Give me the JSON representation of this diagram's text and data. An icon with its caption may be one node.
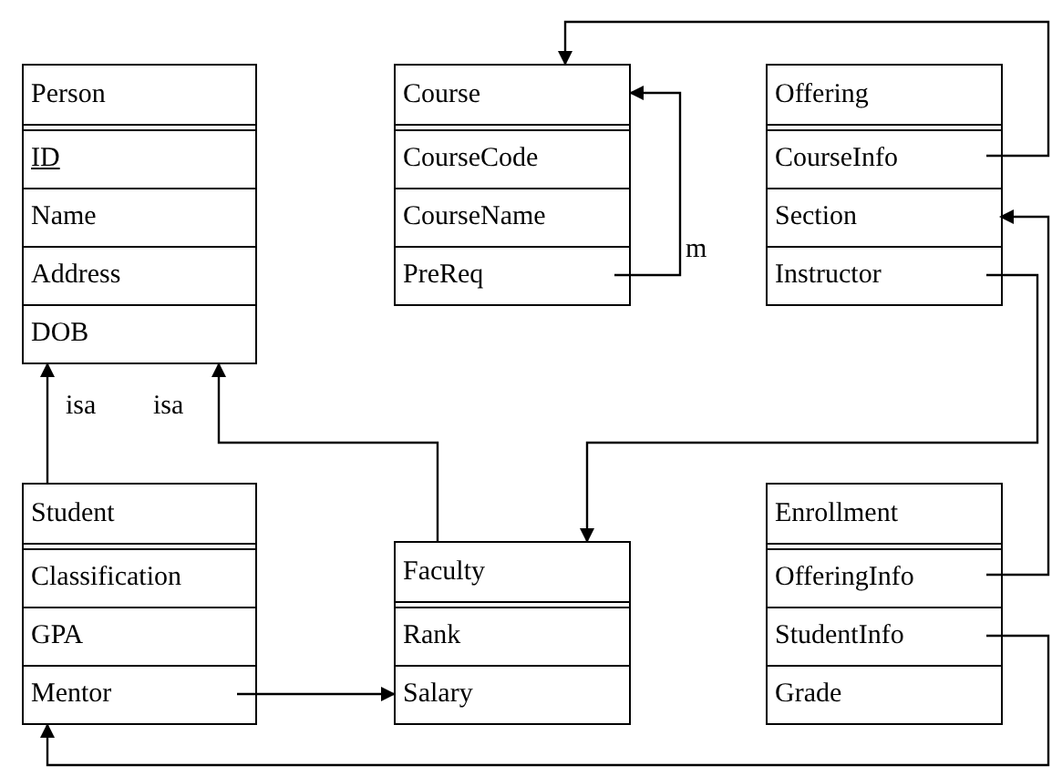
{
  "diagram": {
    "nodes": [
      {
        "text": [
          "Person"
        ]
      },
      {
        "text": [
          "ID"
        ],
        "in": 0
      },
      {
        "text": [
          "Name"
        ],
        "in": 0
      },
      {
        "text": [
          "Address"
        ],
        "in": 0
      },
      {
        "text": [
          "DOB"
        ],
        "in": 0
      },
      {
        "text": [
          "Course"
        ]
      },
      {
        "text": [
          "CourseCode"
        ],
        "in": 5
      },
      {
        "text": [
          "CourseName"
        ],
        "in": 5
      },
      {
        "text": [
          "PreReq"
        ],
        "in": 5
      },
      {
        "text": [
          "Offering"
        ]
      },
      {
        "text": [
          "CourseInfo"
        ],
        "in": 9
      },
      {
        "text": [
          "Section"
        ],
        "in": 9
      },
      {
        "text": [
          "Instructor"
        ],
        "in": 9
      },
      {
        "text": [
          "Student"
        ]
      },
      {
        "text": [
          "Classification"
        ],
        "in": 13
      },
      {
        "text": [
          "GPA"
        ],
        "in": 13
      },
      {
        "text": [
          "Mentor"
        ],
        "in": 13
      },
      {
        "text": [
          "Faculty"
        ]
      },
      {
        "text": [
          "Rank"
        ],
        "in": 17
      },
      {
        "text": [
          "Salary"
        ],
        "in": 17
      },
      {
        "text": [
          "Enrollment"
        ]
      },
      {
        "text": [
          "OfferingInfo"
        ],
        "in": 20
      },
      {
        "text": [
          "StudentInfo"
        ],
        "in": 20
      },
      {
        "text": [
          "Grade"
        ],
        "in": 20
      }
    ],
    "edges": [
      {
        "from": 8,
        "to": 5,
        "arrow": "to",
        "label": "m"
      },
      {
        "from": 10,
        "to": 5,
        "arrow": "to"
      },
      {
        "from": 12,
        "to": 17,
        "arrow": "to"
      },
      {
        "from": 13,
        "to": 0,
        "arrow": "to",
        "label": "isa"
      },
      {
        "from": 17,
        "to": 0,
        "arrow": "to",
        "label": "isa"
      },
      {
        "from": 16,
        "to": 17,
        "arrow": "to"
      },
      {
        "from": 21,
        "to": 11,
        "arrow": "to"
      },
      {
        "from": 22,
        "to": 13,
        "arrow": "to"
      }
    ]
  }
}
